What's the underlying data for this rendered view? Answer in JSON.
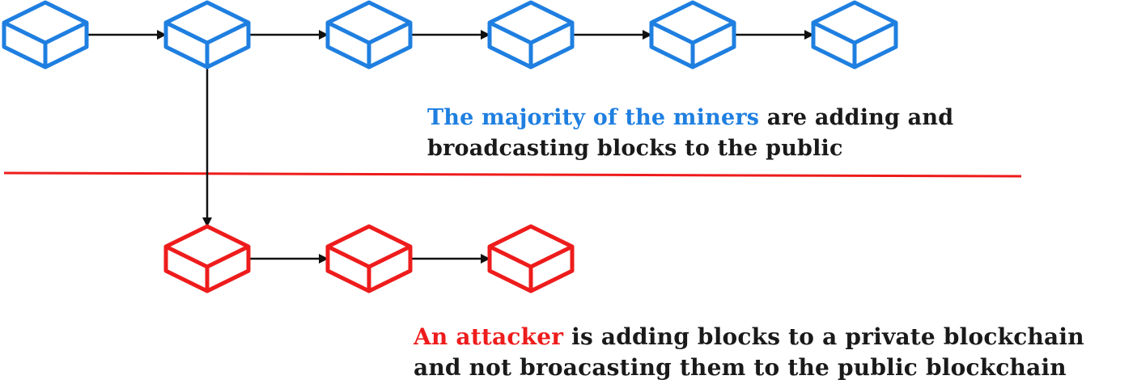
{
  "colors": {
    "public_block": "#1f7fe0",
    "private_block": "#ee1c1c",
    "divider": "#ee1c1c",
    "arrow": "#111111",
    "text": "#1a1a1a"
  },
  "public_chain": {
    "block_count": 6,
    "block_icon": "cube-icon"
  },
  "private_chain": {
    "block_count": 3,
    "block_icon": "cube-icon",
    "forks_from_public_block": 2
  },
  "captions": {
    "public": {
      "highlight": "The majority of the miners",
      "rest_line1": " are adding and",
      "line2": "broadcasting blocks to the public"
    },
    "private": {
      "highlight": "An attacker",
      "rest_line1": " is adding blocks to a private blockchain",
      "line2": "and not broacasting them to the public blockchain"
    }
  }
}
